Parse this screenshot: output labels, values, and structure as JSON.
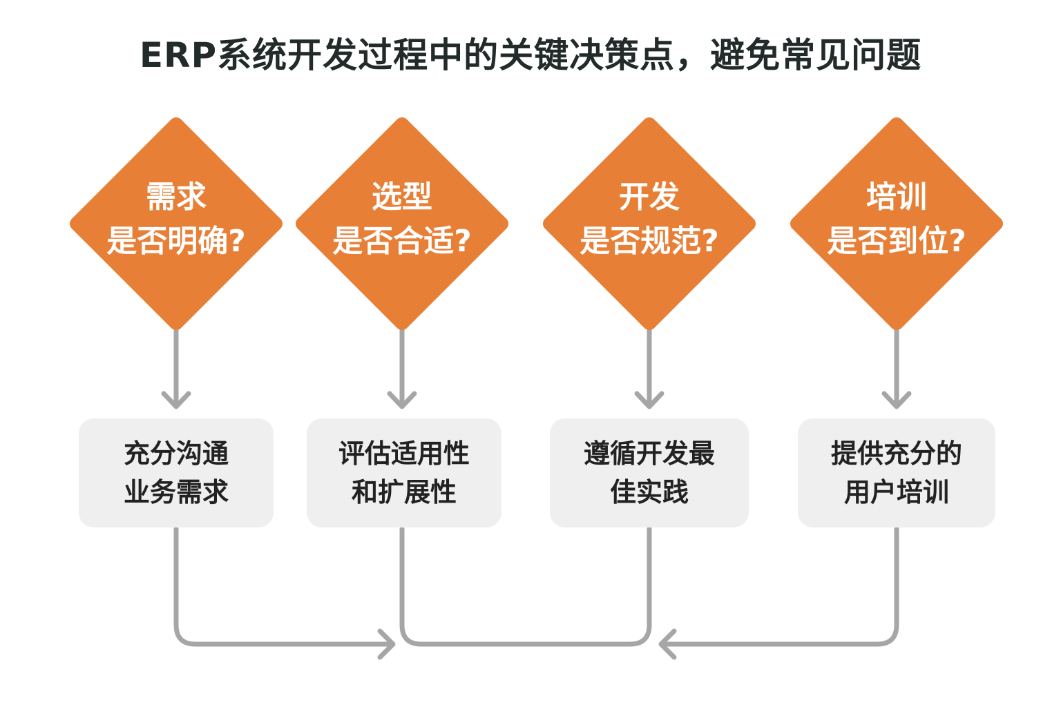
{
  "title": "ERP系统开发过程中的关键决策点，避免常见问题",
  "colors": {
    "diamond": "#e77f37",
    "box": "#efefef",
    "connector": "#a6a6a6",
    "title": "#222a2a"
  },
  "steps": [
    {
      "decision": {
        "line1": "需求",
        "line2": "是否明确?"
      },
      "action": {
        "line1": "充分沟通",
        "line2": "业务需求"
      }
    },
    {
      "decision": {
        "line1": "选型",
        "line2": "是否合适?"
      },
      "action": {
        "line1": "评估适用性",
        "line2": "和扩展性"
      }
    },
    {
      "decision": {
        "line1": "开发",
        "line2": "是否规范?"
      },
      "action": {
        "line1": "遵循开发最",
        "line2": "佳实践"
      }
    },
    {
      "decision": {
        "line1": "培训",
        "line2": "是否到位?"
      },
      "action": {
        "line1": "提供充分的",
        "line2": "用户培训"
      }
    }
  ]
}
